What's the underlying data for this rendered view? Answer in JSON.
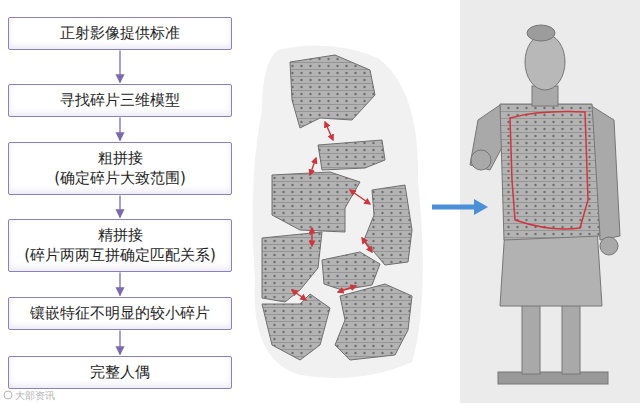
{
  "diagram": {
    "nodes": [
      {
        "text": [
          "正射影像提供标准"
        ]
      },
      {
        "text": [
          "寻找碎片三维模型"
        ]
      },
      {
        "text": [
          "粗拼接 (确定碎片大致范围)"
        ]
      },
      {
        "text": [
          "精拼接 (碎片两两互拼确定匹配关系)"
        ]
      },
      {
        "text": [
          "镶嵌特征不明显的较小碎片"
        ]
      },
      {
        "text": [
          "完整人偶"
        ]
      }
    ],
    "edges": [
      {
        "from": 0,
        "to": 1,
        "arrow": "to"
      },
      {
        "from": 1,
        "to": 2,
        "arrow": "to"
      },
      {
        "from": 2,
        "to": 3,
        "arrow": "to"
      },
      {
        "from": 3,
        "to": 4,
        "arrow": "to"
      },
      {
        "from": 4,
        "to": 5,
        "arrow": "to"
      }
    ],
    "labels": [
      "大部资讯"
    ]
  }
}
